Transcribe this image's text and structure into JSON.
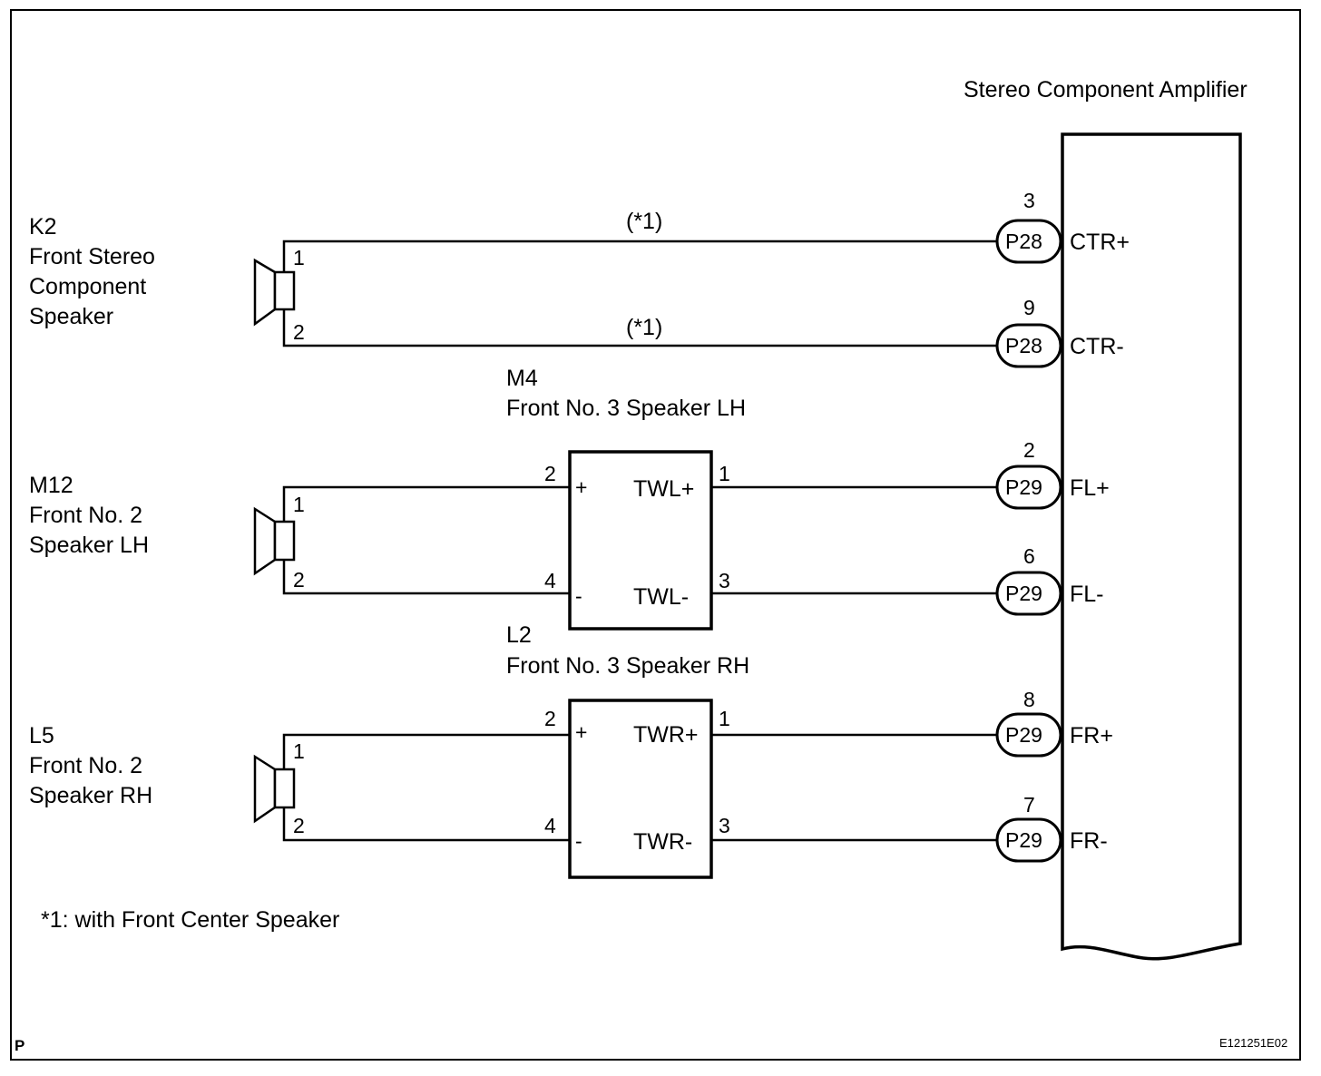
{
  "amplifier": {
    "title": "Stereo Component Amplifier"
  },
  "speakers": {
    "k2": {
      "code": "K2",
      "name_line1": "Front Stereo",
      "name_line2": "Component",
      "name_line3": "Speaker",
      "pin_a": "1",
      "pin_b": "2"
    },
    "m12": {
      "code": "M12",
      "name_line1": "Front No. 2",
      "name_line2": "Speaker LH",
      "pin_a": "1",
      "pin_b": "2"
    },
    "l5": {
      "code": "L5",
      "name_line1": "Front No. 2",
      "name_line2": "Speaker RH",
      "pin_a": "1",
      "pin_b": "2"
    }
  },
  "tweeters": {
    "m4": {
      "code": "M4",
      "name": "Front No. 3 Speaker LH",
      "in_pos_pin": "2",
      "in_neg_pin": "4",
      "plus": "+",
      "minus": "-",
      "sig_pos": "TWL+",
      "sig_neg": "TWL-",
      "out_pos_pin": "1",
      "out_neg_pin": "3"
    },
    "l2": {
      "code": "L2",
      "name": "Front No. 3 Speaker RH",
      "in_pos_pin": "2",
      "in_neg_pin": "4",
      "plus": "+",
      "minus": "-",
      "sig_pos": "TWR+",
      "sig_neg": "TWR-",
      "out_pos_pin": "1",
      "out_neg_pin": "3"
    }
  },
  "wire_notes": {
    "ctr_pos": "(*1)",
    "ctr_neg": "(*1)"
  },
  "terminals": [
    {
      "pin": "3",
      "connector": "P28",
      "signal": "CTR+"
    },
    {
      "pin": "9",
      "connector": "P28",
      "signal": "CTR-"
    },
    {
      "pin": "2",
      "connector": "P29",
      "signal": "FL+"
    },
    {
      "pin": "6",
      "connector": "P29",
      "signal": "FL-"
    },
    {
      "pin": "8",
      "connector": "P29",
      "signal": "FR+"
    },
    {
      "pin": "7",
      "connector": "P29",
      "signal": "FR-"
    }
  ],
  "footnote": "*1: with Front Center Speaker",
  "corner_mark": "P",
  "figure_id": "E121251E02"
}
